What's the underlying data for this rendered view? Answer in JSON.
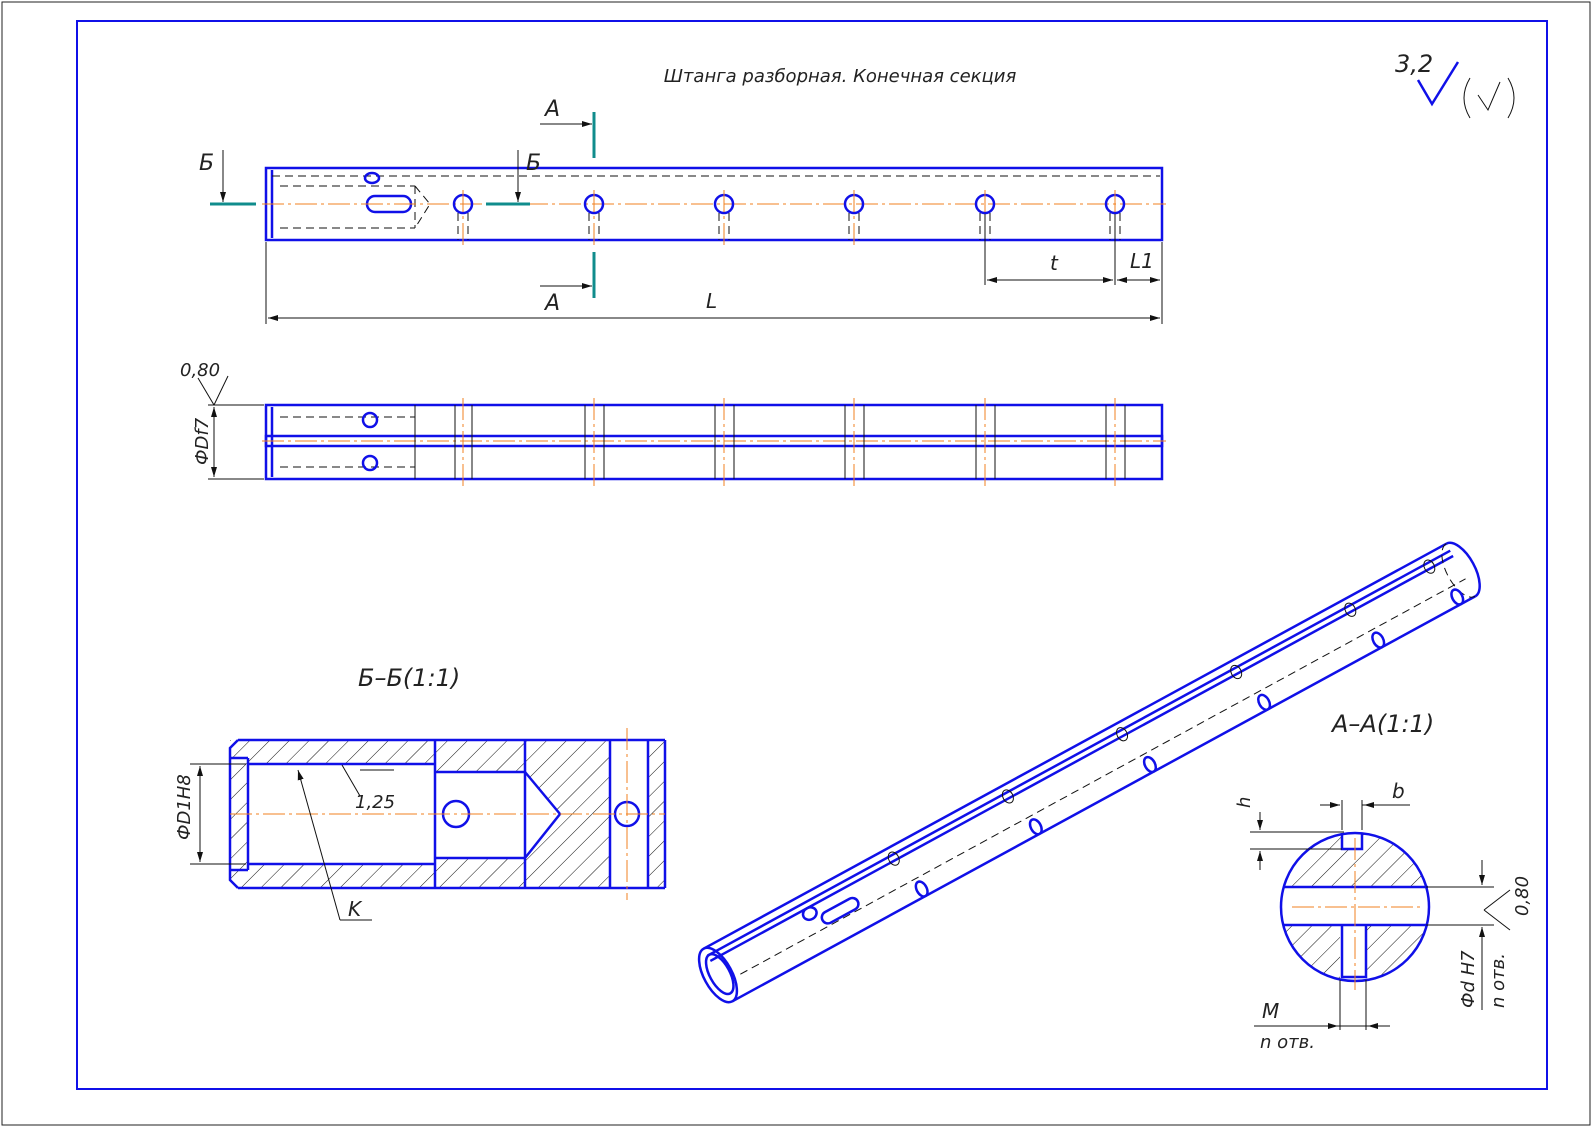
{
  "title": "Штанга разборная. Конечная секция",
  "roughness": {
    "value": "3,2"
  },
  "section_marks": {
    "a_top": "А",
    "a_bottom": "А",
    "b_left": "Б",
    "b_right": "Б"
  },
  "dimensions": {
    "t": "t",
    "l1": "L1",
    "l": "L",
    "runout": "0,80",
    "diameter": "ФDf7"
  },
  "section_bb": {
    "title": "Б–Б(1:1)",
    "diameter": "ФD1H8",
    "roughness": "1,25",
    "k": "K"
  },
  "section_aa": {
    "title": "А–А(1:1)",
    "h": "h",
    "b": "b",
    "runout": "0,80",
    "hole": "Фd H7",
    "hole_count": "n отв.",
    "m": "M",
    "m_count": "n отв."
  },
  "colors": {
    "frame": "#1010e8",
    "axis": "#f08020",
    "cut": "#108c8c"
  }
}
